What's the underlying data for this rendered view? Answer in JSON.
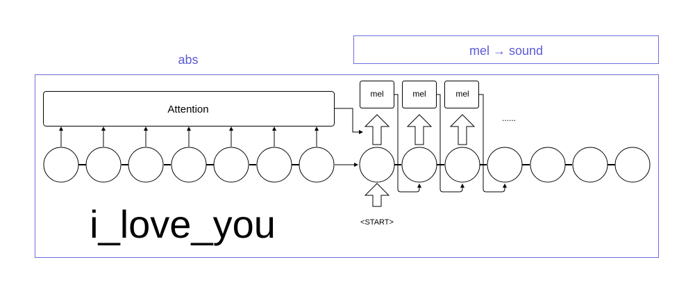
{
  "labels": {
    "abs": "abs",
    "mel_to_sound": "mel → sound",
    "attention": "Attention",
    "input_text": "i_love_you",
    "start": "<START>",
    "mel": "mel",
    "ellipsis": "......"
  },
  "colors": {
    "frame": "#6c6cdc",
    "frame_text": "#5b5bd6",
    "stroke": "#000000",
    "background": "#ffffff"
  },
  "encoder_cells": 7,
  "decoder_cells": 7,
  "mel_outputs": 3
}
